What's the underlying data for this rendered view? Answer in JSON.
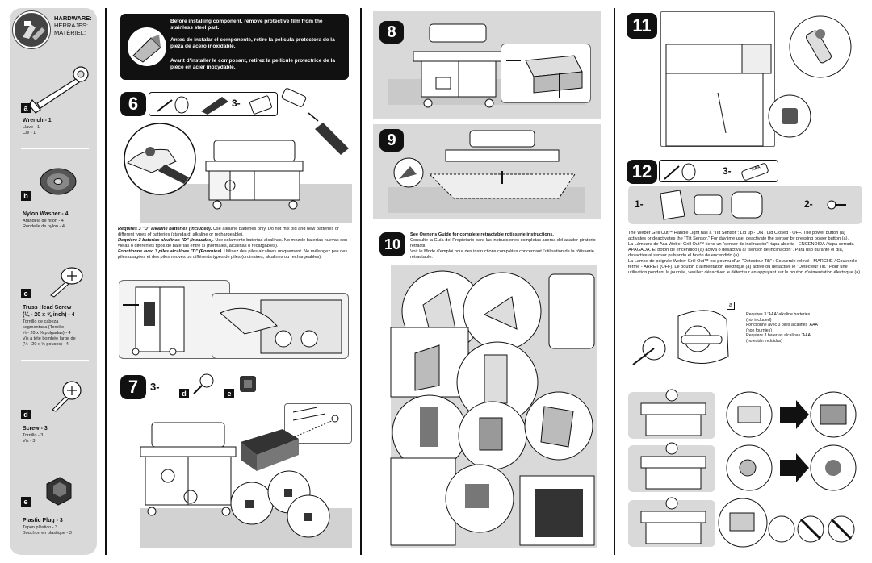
{
  "hardware": {
    "title": "HARDWARE:",
    "title_es": "HERRAJES:",
    "title_fr": "MATÉRIEL:",
    "parts": [
      {
        "letter": "a",
        "name": "Wrench - 1",
        "es": "Llave - 1",
        "fr": "Clé - 1",
        "icon": "wrench-icon"
      },
      {
        "letter": "b",
        "name": "Nylon Washer - 4",
        "es": "Arandela de nilón - 4",
        "fr": "Rondelle de nylon - 4",
        "icon": "washer-icon"
      },
      {
        "letter": "c",
        "name": "Truss Head Screw",
        "name2": "(¼ - 20 x ⅝ inch) - 4",
        "es": "Tornillo de cabeza",
        "es2": "segmentada (Tornillo",
        "es3": "¼ - 20 x ⅝ pulgadas) - 4",
        "fr": "Vis à tête bombée large de",
        "fr2": "(¼ - 20 x ⅝ pouces) - 4",
        "icon": "truss-screw-icon"
      },
      {
        "letter": "d",
        "name": "Screw - 3",
        "es": "Tornillo - 3",
        "fr": "Vis - 3",
        "icon": "screw-icon"
      },
      {
        "letter": "e",
        "name": "Plastic Plug - 3",
        "es": "Tapón plástico - 3",
        "fr": "Bouchon en plastique - 3",
        "icon": "plastic-plug-icon"
      }
    ]
  },
  "warning": {
    "en": "Before installing component, remove protective film from the stainless steel part.",
    "es": "Antes de instalar el componente, retire la película protectora de la pieza de acero inoxidable.",
    "fr": "Avant d'installer le composant, retirez la pellicule protectrice de la pièce en acier inoxydable."
  },
  "step6": {
    "number": "6",
    "qty": "3-",
    "text_en_bold": "Requires 3 \"D\" alkaline batteries (included).",
    "text_en": " Use alkaline batteries only. Do not mix old and new batteries or different types of batteries (standard, alkaline or rechargeable).",
    "text_es_bold": "Requiere 3 baterías alcalinas \"D\" (incluidas).",
    "text_es": " Use solamente baterías alcalinas. No mezcle baterías nuevas con viejas o diferentes tipos de baterías entre sí (normales, alcalinas o recargables).",
    "text_fr_bold": "Fonctionne avec 3 piles alcalines \"D\" (Fournies).",
    "text_fr": " Utilisez des piles alcalines uniquement. Ne mélangez pas des piles usagées et des piles neuves ou différents types de piles (ordinaires, alcalines ou rechargeables)."
  },
  "step7": {
    "number": "7",
    "qty": "3-",
    "part_d": "d",
    "part_e": "e"
  },
  "step8": {
    "number": "8"
  },
  "step9": {
    "number": "9"
  },
  "step10": {
    "number": "10",
    "text_en_bold": "See Owner's Guide for complete retractable rotisserie instructions.",
    "text_es": "Consulte la Guía del Propietario para las instrucciones completas acerca del asador giratorio retráctil.",
    "text_fr": "Voir le Mode d'emploi pour des instructions complètes concernant l'utilisation de la rôtisserie rétractable."
  },
  "step11": {
    "number": "11"
  },
  "step12": {
    "number": "12",
    "qty": "3-",
    "battery_label": "AAA",
    "sub1": "1-",
    "sub2": "2-",
    "text_en": "The Weber Grill Out™ Handle Light has a \"Tilt Sensor\": Lid up - ON / Lid Closed - OFF. The power button (a) activates or deactivates the \"Tilt Sensor.\" For daytime use, deactivate the sensor by pressing power button (a).",
    "text_es": "La Lámpara de Asa Weber Grill Out™ tiene un \"sensor de inclinación\": tapa abierta - ENCENDIDA / tapa cerrada - APAGADA. El botón de encendido (a) activa o desactiva al \"sensor de inclinación\". Para uso durante el día, desactive al sensor pulsando el botón de encendido (a).",
    "text_fr": "La Lampe de poignée Weber Grill Out™ est pourvu d'un \"Détecteur Tilt\" : Couvercle relevé - MARCHE / Couvercle fermé - ARRET (OFF). Le bouton d'alimentation électrique (a) active ou désactive le \"Détecteur Tilt.\" Pour une utilisation pendant la journée, veuillez désactiver le détecteur en appuyant sur le bouton d'alimentation électrique (a).",
    "callout_a": "a",
    "battery_note_en": "Requires 3 'AAA' alkaline batteries",
    "battery_note_en2": "(not included)",
    "battery_note_fr": "Fonctionne avec 3 piles alcalines 'AAA'",
    "battery_note_fr2": "(non fournies)",
    "battery_note_es": "Requiere 3 baterías alcalinas 'AAA'",
    "battery_note_es2": "(no están incluidas)"
  }
}
